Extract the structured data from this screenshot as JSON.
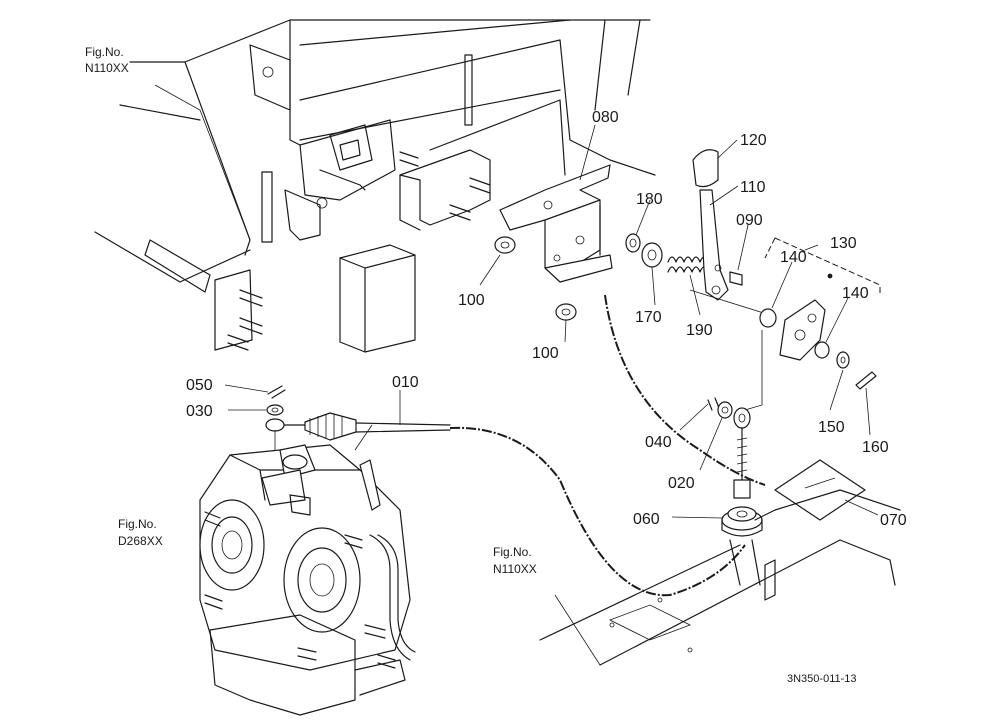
{
  "figure_refs": [
    {
      "line1": "Fig.No.",
      "line2": "N110XX"
    },
    {
      "line1": "Fig.No.",
      "line2": "D268XX"
    },
    {
      "line1": "Fig.No.",
      "line2": "N110XX"
    }
  ],
  "callouts": [
    "080",
    "120",
    "110",
    "180",
    "090",
    "130",
    "140",
    "140",
    "100",
    "170",
    "190",
    "100",
    "050",
    "030",
    "010",
    "040",
    "020",
    "150",
    "160",
    "060",
    "070"
  ],
  "drawing_code": "3N350-011-13"
}
